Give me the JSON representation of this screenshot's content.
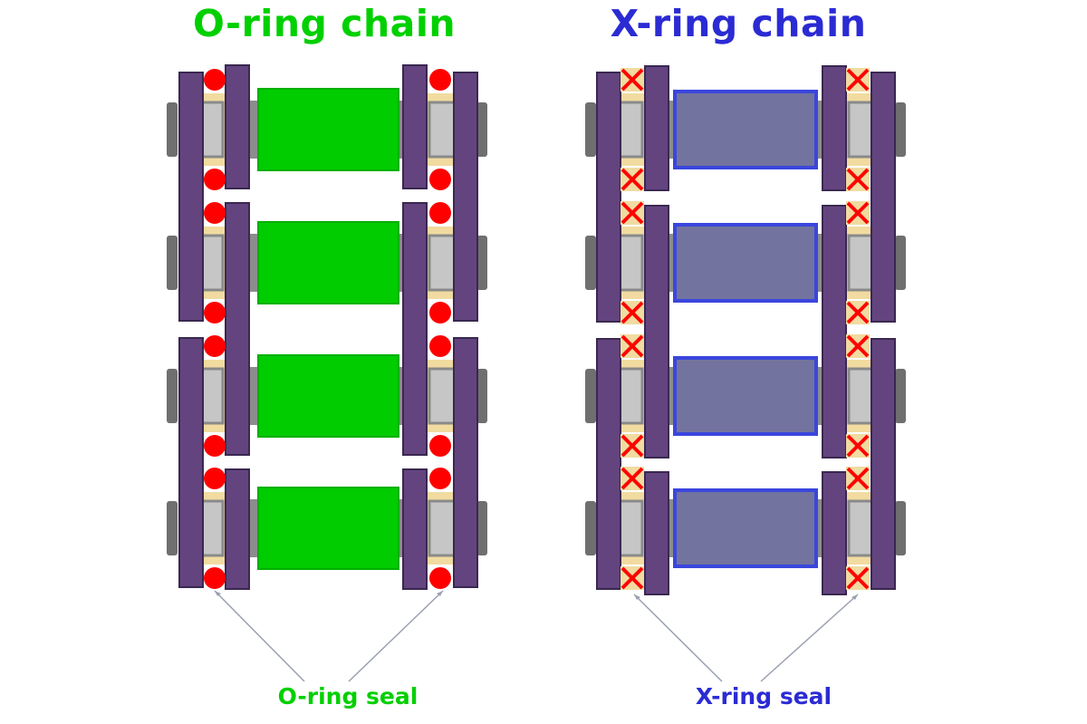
{
  "colors": {
    "o_ring_text": "#00d000",
    "x_ring_text": "#2b2bd4",
    "roller_green": "#00cc00",
    "roller_green_border": "#00b000",
    "roller_blue_fill": "#72739e",
    "roller_blue_border": "#3a46dd",
    "link_plate": "#63447f",
    "link_plate_border": "#3a2850",
    "bushing": "#c6c6c6",
    "pin": "#8c8c8c",
    "grease": "#f1dba0",
    "seal_red": "#ff0000",
    "pointer_line": "#9aa0b0"
  },
  "diagrams": [
    {
      "title": "O-ring chain",
      "seal_label": "O-ring seal",
      "seal_shape": "circle",
      "roller_style": "green",
      "roller_count": 4
    },
    {
      "title": "X-ring chain",
      "seal_label": "X-ring seal",
      "seal_shape": "cross",
      "roller_style": "blue",
      "roller_count": 4
    }
  ]
}
